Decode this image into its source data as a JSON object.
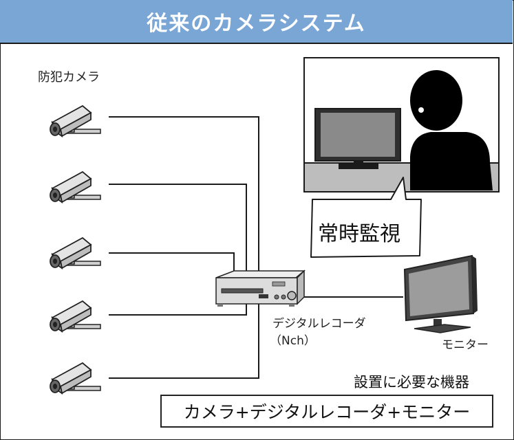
{
  "header": {
    "title": "従来のカメラシステム"
  },
  "cameras": {
    "label": "防犯カメラ",
    "count": 5
  },
  "recorder": {
    "label_line1": "デジタルレコーダ",
    "label_line2": "（Nch）"
  },
  "monitor": {
    "label": "モニター"
  },
  "scene": {
    "speech": "常時監視"
  },
  "requirements": {
    "label": "設置に必要な機器",
    "equipment": "カメラ+デジタルレコーダ+モニター"
  },
  "colors": {
    "header_bg": "#7aa6d6",
    "line": "#1a1a1a",
    "camera_body": "#d8d8d8",
    "screen": "#888888"
  },
  "icons": [
    "security-camera-icon",
    "video-recorder-icon",
    "monitor-icon",
    "person-icon"
  ]
}
